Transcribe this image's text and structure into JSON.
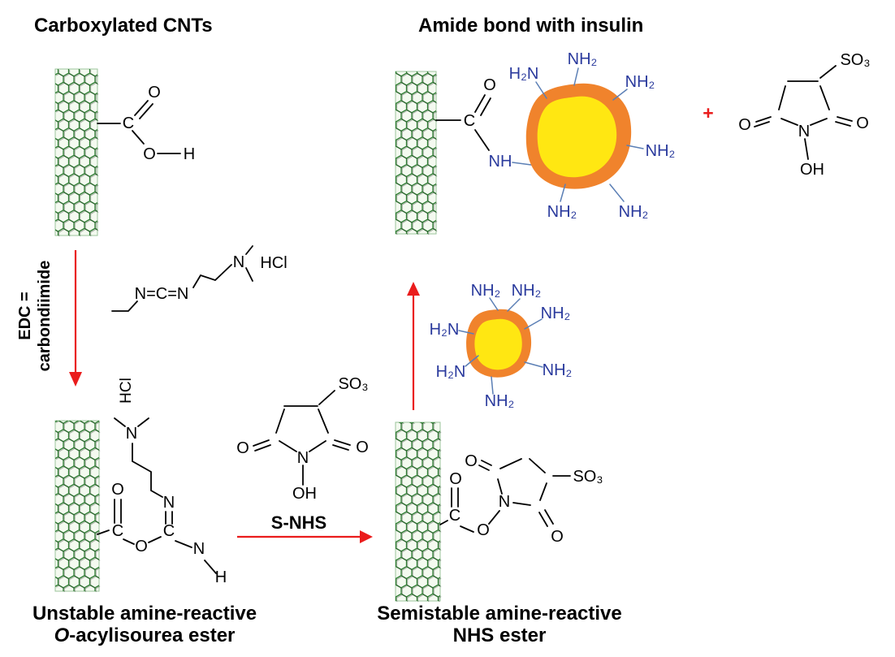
{
  "figure": {
    "titles": {
      "left": "Carboxylated CNTs",
      "right": "Amide bond with insulin"
    },
    "captions": {
      "unstable_line1": "Unstable amine-reactive",
      "unstable_line2_prefix": "O",
      "unstable_line2_suffix": "-acylisourea ester",
      "semistable_line1": "Semistable amine-reactive",
      "semistable_line2": "NHS ester"
    },
    "labels": {
      "edc_line1": "EDC =",
      "edc_line2": "carbondiimide",
      "snhs": "S-NHS",
      "hcl": "HCl",
      "plus": "+"
    },
    "atoms": {
      "O": "O",
      "C": "C",
      "N": "N",
      "H": "H",
      "OH": "OH",
      "NH": "NH",
      "NCN": "N=C=N",
      "NH2": "NH₂",
      "H2N": "H₂N",
      "SO3": "SO₃",
      "HCl": "HCl"
    },
    "colors": {
      "amine_blue": "#2a3a9d",
      "connector_blue": "#5b7fb5",
      "arrow_red": "#ea1c1c",
      "cnt_green": "#2e7d32",
      "insulin_rim_orange": "#f0832c",
      "insulin_core_yellow": "#ffe712",
      "bond_black": "#000000",
      "background": "#ffffff"
    }
  }
}
